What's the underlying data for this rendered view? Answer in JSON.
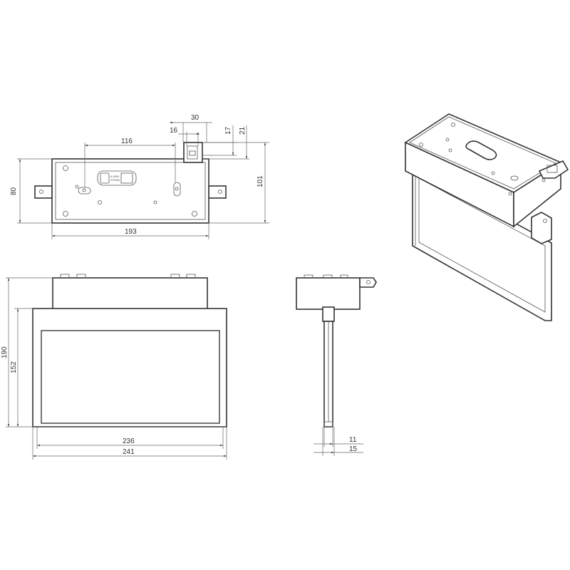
{
  "dimensions": {
    "top_view": {
      "d30": "30",
      "d16": "16",
      "d17": "17",
      "d21": "21",
      "d116": "116",
      "d80": "80",
      "d101": "101",
      "d193": "193"
    },
    "front_view": {
      "d190": "190",
      "d152": "152",
      "d236": "236",
      "d241": "241"
    },
    "side_view": {
      "d11": "11",
      "d15": "15"
    }
  },
  "labels": {
    "label_line1": "A-0000",
    "label_line2": "ATONIX"
  }
}
